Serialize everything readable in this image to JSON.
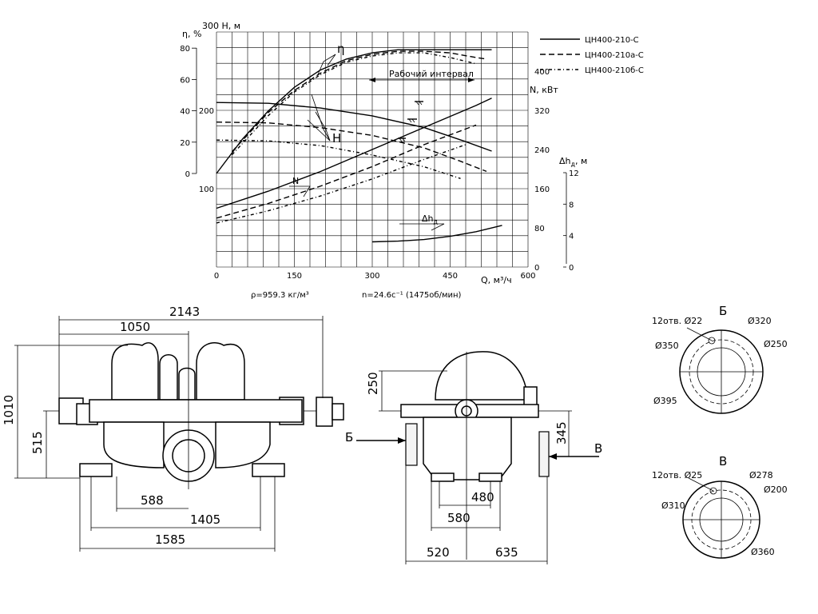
{
  "chart_data": {
    "type": "line",
    "x_axis": {
      "label": "Q, м³/ч",
      "ticks": [
        "0",
        "150",
        "300",
        "450",
        "600"
      ],
      "range": [
        0,
        600
      ]
    },
    "left_axes": {
      "eta": {
        "label": "η, %",
        "ticks": [
          "0",
          "20",
          "40",
          "60",
          "80"
        ],
        "range": [
          0,
          80
        ]
      },
      "head": {
        "label": "300 H, м",
        "ticks": [
          "100",
          "200"
        ],
        "range": [
          0,
          300
        ]
      }
    },
    "right_axes": {
      "power": {
        "label": "N, кВт",
        "ticks": [
          "0",
          "80",
          "160",
          "240",
          "320",
          "400"
        ],
        "range": [
          0,
          480
        ]
      },
      "npsh": {
        "label": "Δh",
        "label_sub": "д",
        "label_unit": ", м",
        "ticks": [
          "0",
          "4",
          "8",
          "12"
        ],
        "range": [
          0,
          12
        ]
      }
    },
    "curve_labels": {
      "eta": "η",
      "head": "H",
      "power": "N",
      "npsh": "Δh",
      "npsh_sub": "д"
    },
    "interval_label": "Рабочий интервал",
    "legend": [
      {
        "name": "ЦН400-210-С",
        "style": "solid"
      },
      {
        "name": "ЦН400-210а-С",
        "style": "dashed"
      },
      {
        "name": "ЦН400-210б-С",
        "style": "dashdot"
      }
    ],
    "series": [
      {
        "name": "ЦН400-210-С",
        "quantity": "H",
        "x": [
          0,
          100,
          200,
          300,
          400,
          480,
          530
        ],
        "y": [
          210,
          209,
          203,
          193,
          178,
          160,
          148
        ]
      },
      {
        "name": "ЦН400-210а-С",
        "quantity": "H",
        "x": [
          0,
          100,
          200,
          300,
          400,
          470,
          520
        ],
        "y": [
          185,
          184,
          178,
          168,
          152,
          135,
          122
        ]
      },
      {
        "name": "ЦН400-210б-С",
        "quantity": "H",
        "x": [
          0,
          100,
          200,
          300,
          400,
          470
        ],
        "y": [
          162,
          161,
          155,
          143,
          128,
          113
        ]
      },
      {
        "name": "ЦН400-210-С",
        "quantity": "η",
        "x": [
          0,
          50,
          100,
          150,
          200,
          250,
          300,
          350,
          400,
          450,
          500,
          530
        ],
        "y": [
          0,
          22,
          40,
          55,
          66,
          73,
          77,
          79,
          79,
          79,
          79,
          79
        ]
      },
      {
        "name": "ЦН400-210а-С",
        "quantity": "η",
        "x": [
          30,
          100,
          150,
          200,
          250,
          300,
          350,
          400,
          450,
          500,
          520
        ],
        "y": [
          14,
          39,
          53,
          64,
          72,
          76,
          78,
          78,
          77,
          74,
          73
        ]
      },
      {
        "name": "ЦН400-210б-С",
        "quantity": "η",
        "x": [
          30,
          100,
          150,
          200,
          250,
          300,
          350,
          400,
          450,
          500
        ],
        "y": [
          12,
          37,
          52,
          63,
          71,
          75,
          77,
          77,
          74,
          70
        ]
      },
      {
        "name": "ЦН400-210-С",
        "quantity": "N",
        "x": [
          0,
          100,
          200,
          300,
          400,
          500,
          530
        ],
        "y": [
          120,
          155,
          195,
          240,
          285,
          330,
          345
        ]
      },
      {
        "name": "ЦН400-210а-С",
        "quantity": "N",
        "x": [
          0,
          100,
          200,
          300,
          400,
          500
        ],
        "y": [
          100,
          130,
          165,
          205,
          250,
          290
        ]
      },
      {
        "name": "ЦН400-210б-С",
        "quantity": "N",
        "x": [
          0,
          100,
          200,
          300,
          400,
          480
        ],
        "y": [
          90,
          115,
          145,
          180,
          220,
          250
        ]
      },
      {
        "name": "ЦН400-210-С",
        "quantity": "Δhд",
        "x": [
          300,
          350,
          400,
          450,
          500,
          550
        ],
        "y": [
          3.2,
          3.3,
          3.5,
          3.9,
          4.5,
          5.3
        ]
      }
    ],
    "parameters": [
      "ρ=959.3 кг/м³",
      "n=24.6с⁻¹ (1475об/мин)"
    ]
  },
  "dimensions": {
    "front": {
      "overall": "2143",
      "half": "1050",
      "height_total": "1010",
      "axis_height": "515",
      "feet": "588",
      "base_inner": "1405",
      "base_outer": "1585"
    },
    "side": {
      "top": "250",
      "axis": "345",
      "foot_inner": "480",
      "foot_outer": "580",
      "left": "520",
      "right": "635",
      "inlet_label": "Б",
      "outlet_label": "В"
    }
  },
  "flanges": [
    {
      "title": "Б",
      "holes": "12отв. Ø22",
      "d1": "Ø320",
      "d2": "Ø350",
      "d3": "Ø250",
      "d4": "Ø395"
    },
    {
      "title": "В",
      "holes": "12отв. Ø25",
      "d1": "Ø278",
      "d2": "Ø310",
      "d3": "Ø200",
      "d4": "Ø360"
    }
  ]
}
